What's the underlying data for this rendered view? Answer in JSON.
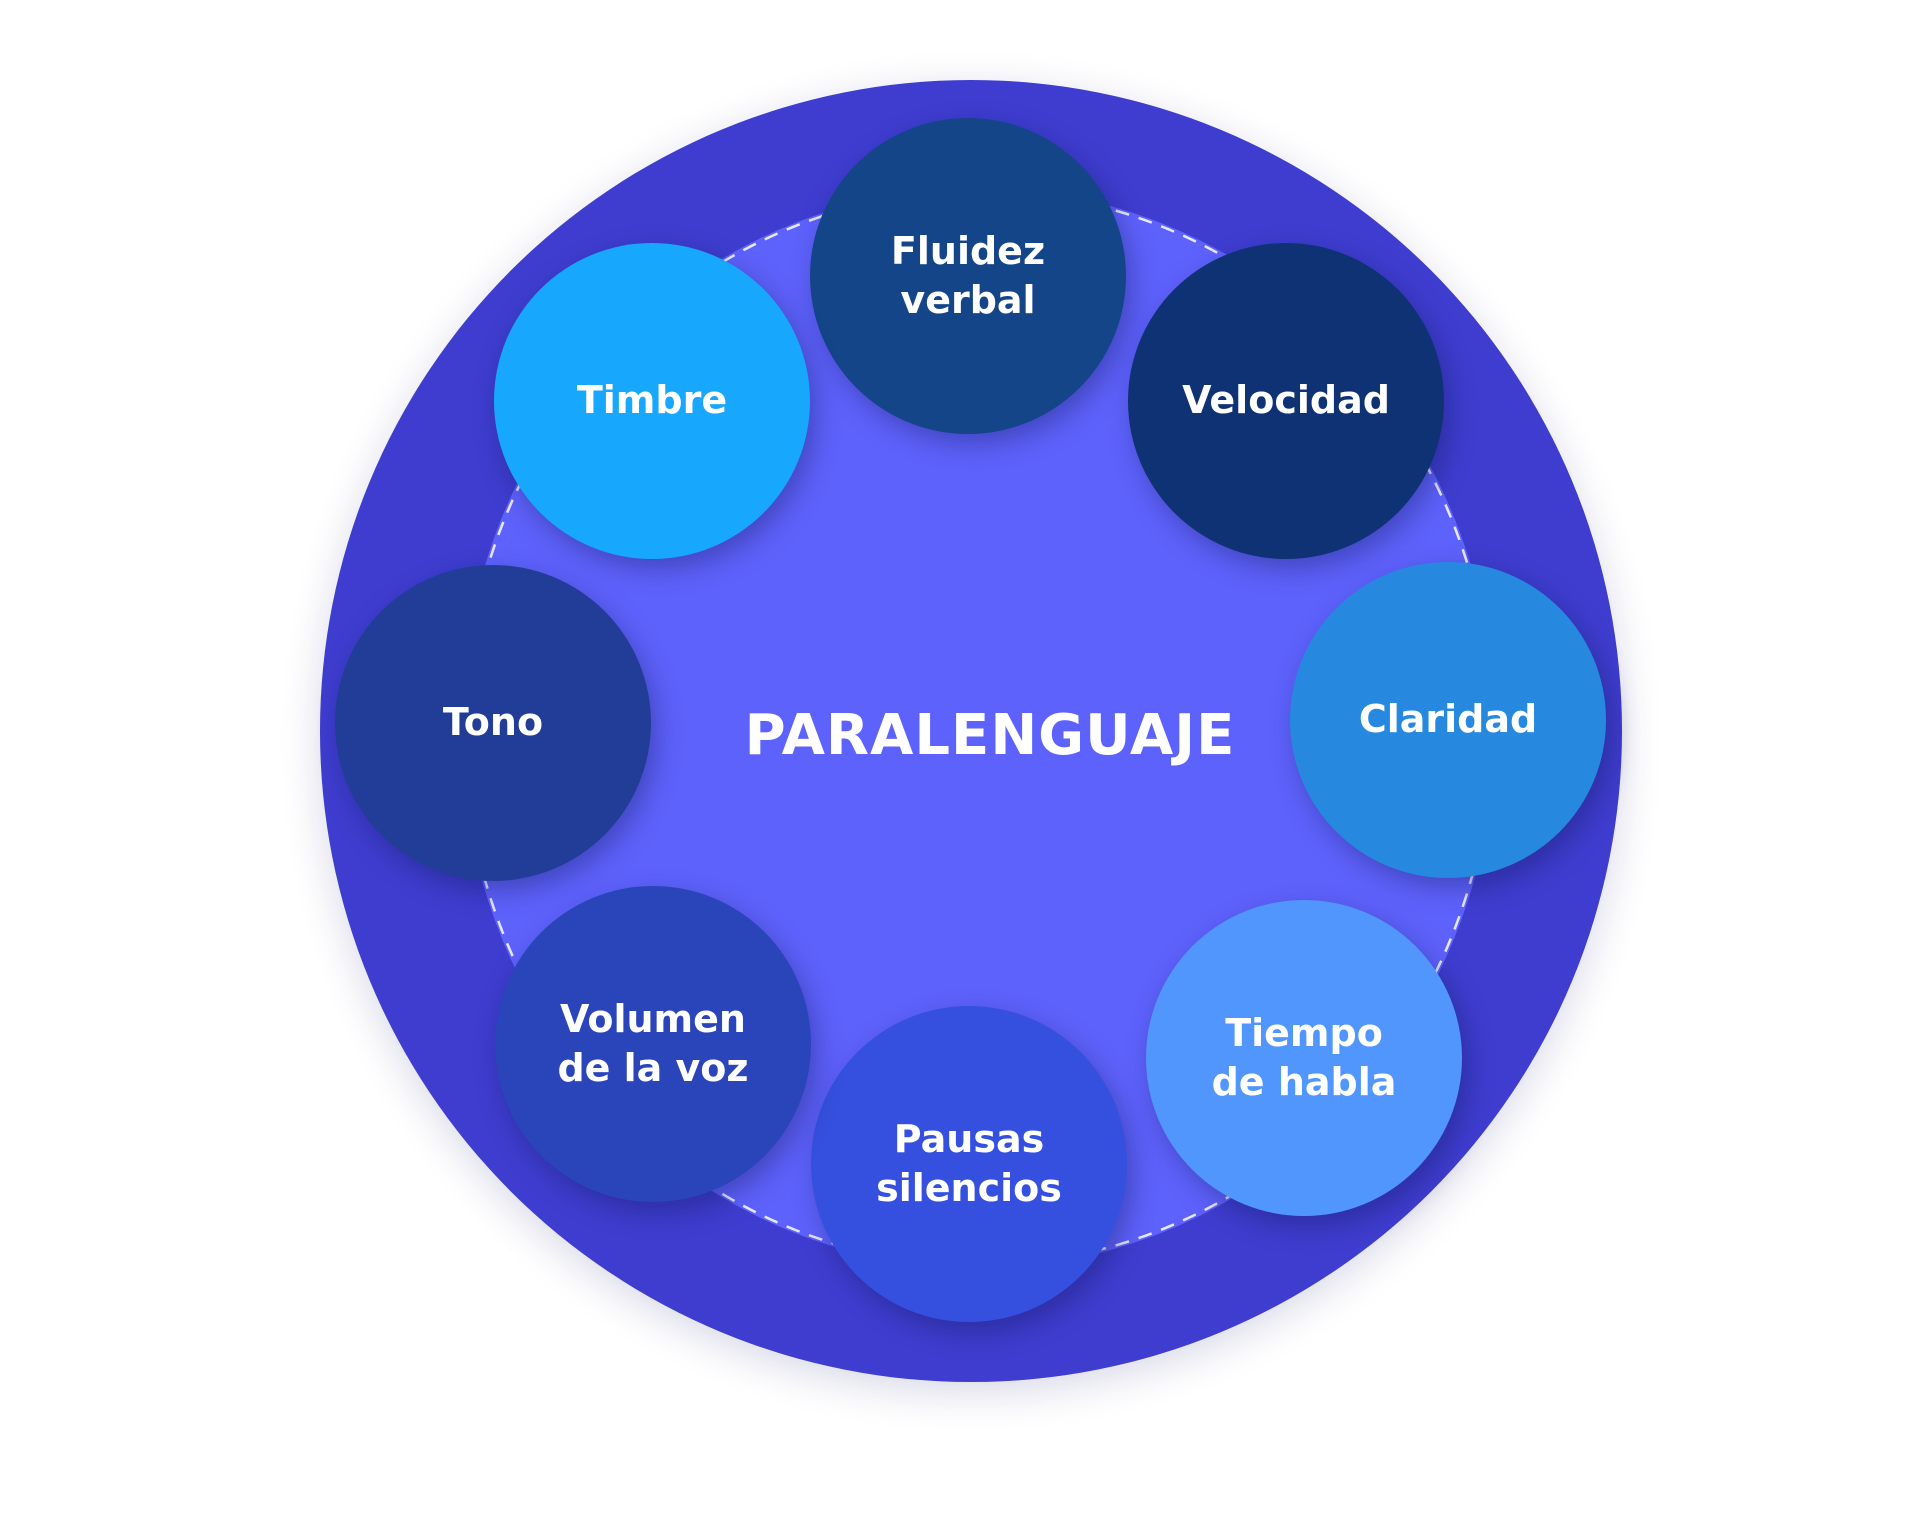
{
  "diagram": {
    "center_label": "PARALENGUAJE",
    "colors": {
      "outer_circle": "#3E3DCF",
      "inner_area": "#5E62FC",
      "dashed_ring": "#E8E8FF"
    },
    "nodes": [
      {
        "key": "fluidez",
        "label": "Fluidez\nverbal",
        "color": "#144589"
      },
      {
        "key": "velocidad",
        "label": "Velocidad",
        "color": "#0F3274"
      },
      {
        "key": "claridad",
        "label": "Claridad",
        "color": "#2689DF"
      },
      {
        "key": "tiempo",
        "label": "Tiempo\nde habla",
        "color": "#5096FD"
      },
      {
        "key": "pausas",
        "label": "Pausas\nsilencios",
        "color": "#3550DF"
      },
      {
        "key": "volumen",
        "label": "Volumen\nde la voz",
        "color": "#2A44BA"
      },
      {
        "key": "tono",
        "label": "Tono",
        "color": "#223D97"
      },
      {
        "key": "timbre",
        "label": "Timbre",
        "color": "#17A8FE"
      }
    ]
  }
}
